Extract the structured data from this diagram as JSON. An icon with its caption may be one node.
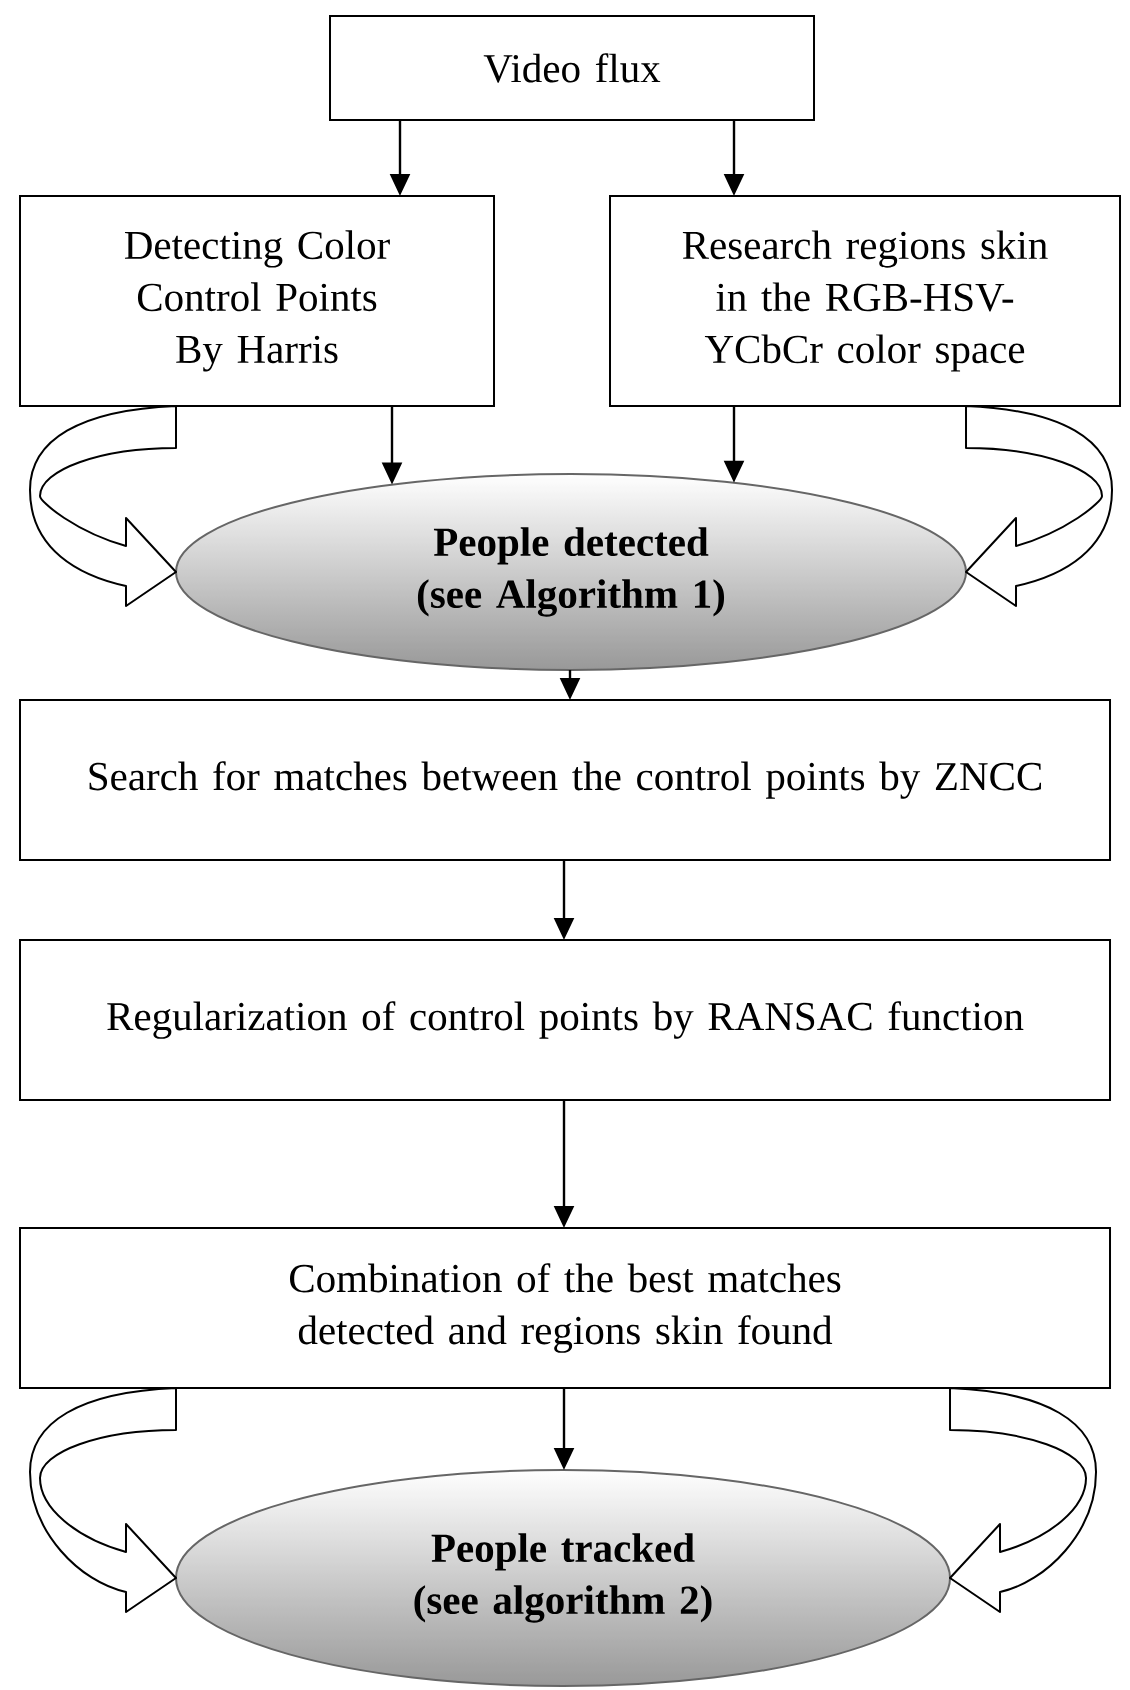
{
  "diagram": {
    "nodes": [
      {
        "text": [
          "Video flux"
        ]
      },
      {
        "text": [
          "Detecting Color Control Points By Harris"
        ]
      },
      {
        "text": [
          "Research regions skin in the RGB-HSV-YCbCr color space"
        ]
      },
      {
        "text": [
          "People detected (see Algorithm 1)"
        ]
      },
      {
        "text": [
          "Search for matches between the control points by ZNCC"
        ]
      },
      {
        "text": [
          "Regularization of control points by RANSAC function"
        ]
      },
      {
        "text": [
          "Combination of the best matches detected and regions skin found"
        ]
      },
      {
        "text": [
          "People tracked (see algorithm 2)"
        ]
      }
    ],
    "edges": [
      {
        "from": 0,
        "to": 1,
        "arrow": "to"
      },
      {
        "from": 0,
        "to": 2,
        "arrow": "to"
      },
      {
        "from": 1,
        "to": 3,
        "arrow": "to"
      },
      {
        "from": 2,
        "to": 3,
        "arrow": "to"
      },
      {
        "from": 1,
        "to": 3,
        "arrow": "to",
        "style": "thick"
      },
      {
        "from": 2,
        "to": 3,
        "arrow": "to",
        "style": "thick"
      },
      {
        "from": 3,
        "to": 4,
        "arrow": "to"
      },
      {
        "from": 4,
        "to": 5,
        "arrow": "to"
      },
      {
        "from": 5,
        "to": 6,
        "arrow": "to"
      },
      {
        "from": 6,
        "to": 7,
        "arrow": "to"
      },
      {
        "from": 6,
        "to": 7,
        "arrow": "to",
        "style": "thick"
      },
      {
        "from": 6,
        "to": 7,
        "arrow": "to",
        "style": "thick"
      }
    ]
  }
}
